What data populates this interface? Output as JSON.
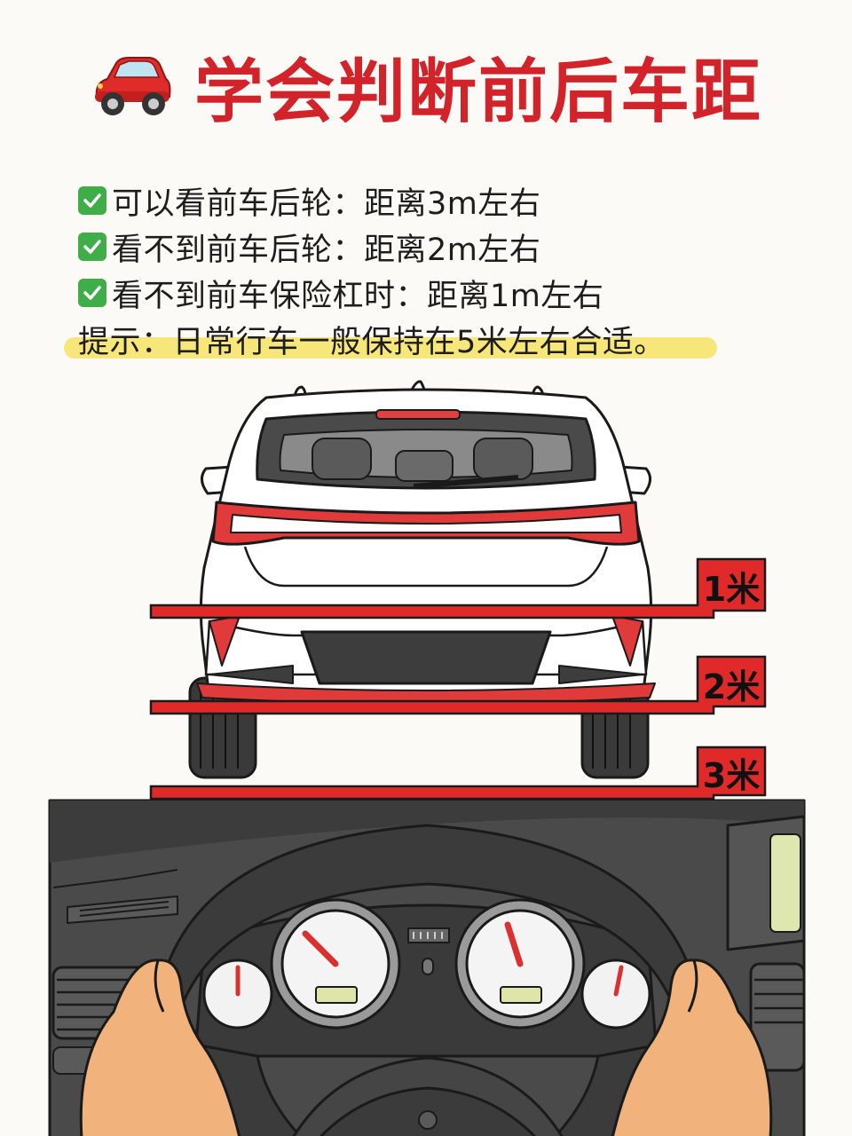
{
  "title": {
    "icon": "red-car-icon",
    "text": "学会判断前后车距"
  },
  "tips": [
    {
      "icon": "check-mark-icon",
      "text": "可以看前车后轮：距离3m左右"
    },
    {
      "icon": "check-mark-icon",
      "text": "看不到前车后轮：距离2m左右"
    },
    {
      "icon": "check-mark-icon",
      "text": "看不到前车保险杠时：距离1m左右"
    }
  ],
  "hint": {
    "text": "提示：日常行车一般保持在5米左右合适。",
    "highlight_color": "#f7e77a"
  },
  "markers": [
    {
      "label": "1米"
    },
    {
      "label": "2米"
    },
    {
      "label": "3米"
    }
  ],
  "colors": {
    "accent_red": "#d3232a",
    "check_green": "#3fae49",
    "car_body": "#ffffff",
    "dashboard": "#4a4a4a"
  }
}
